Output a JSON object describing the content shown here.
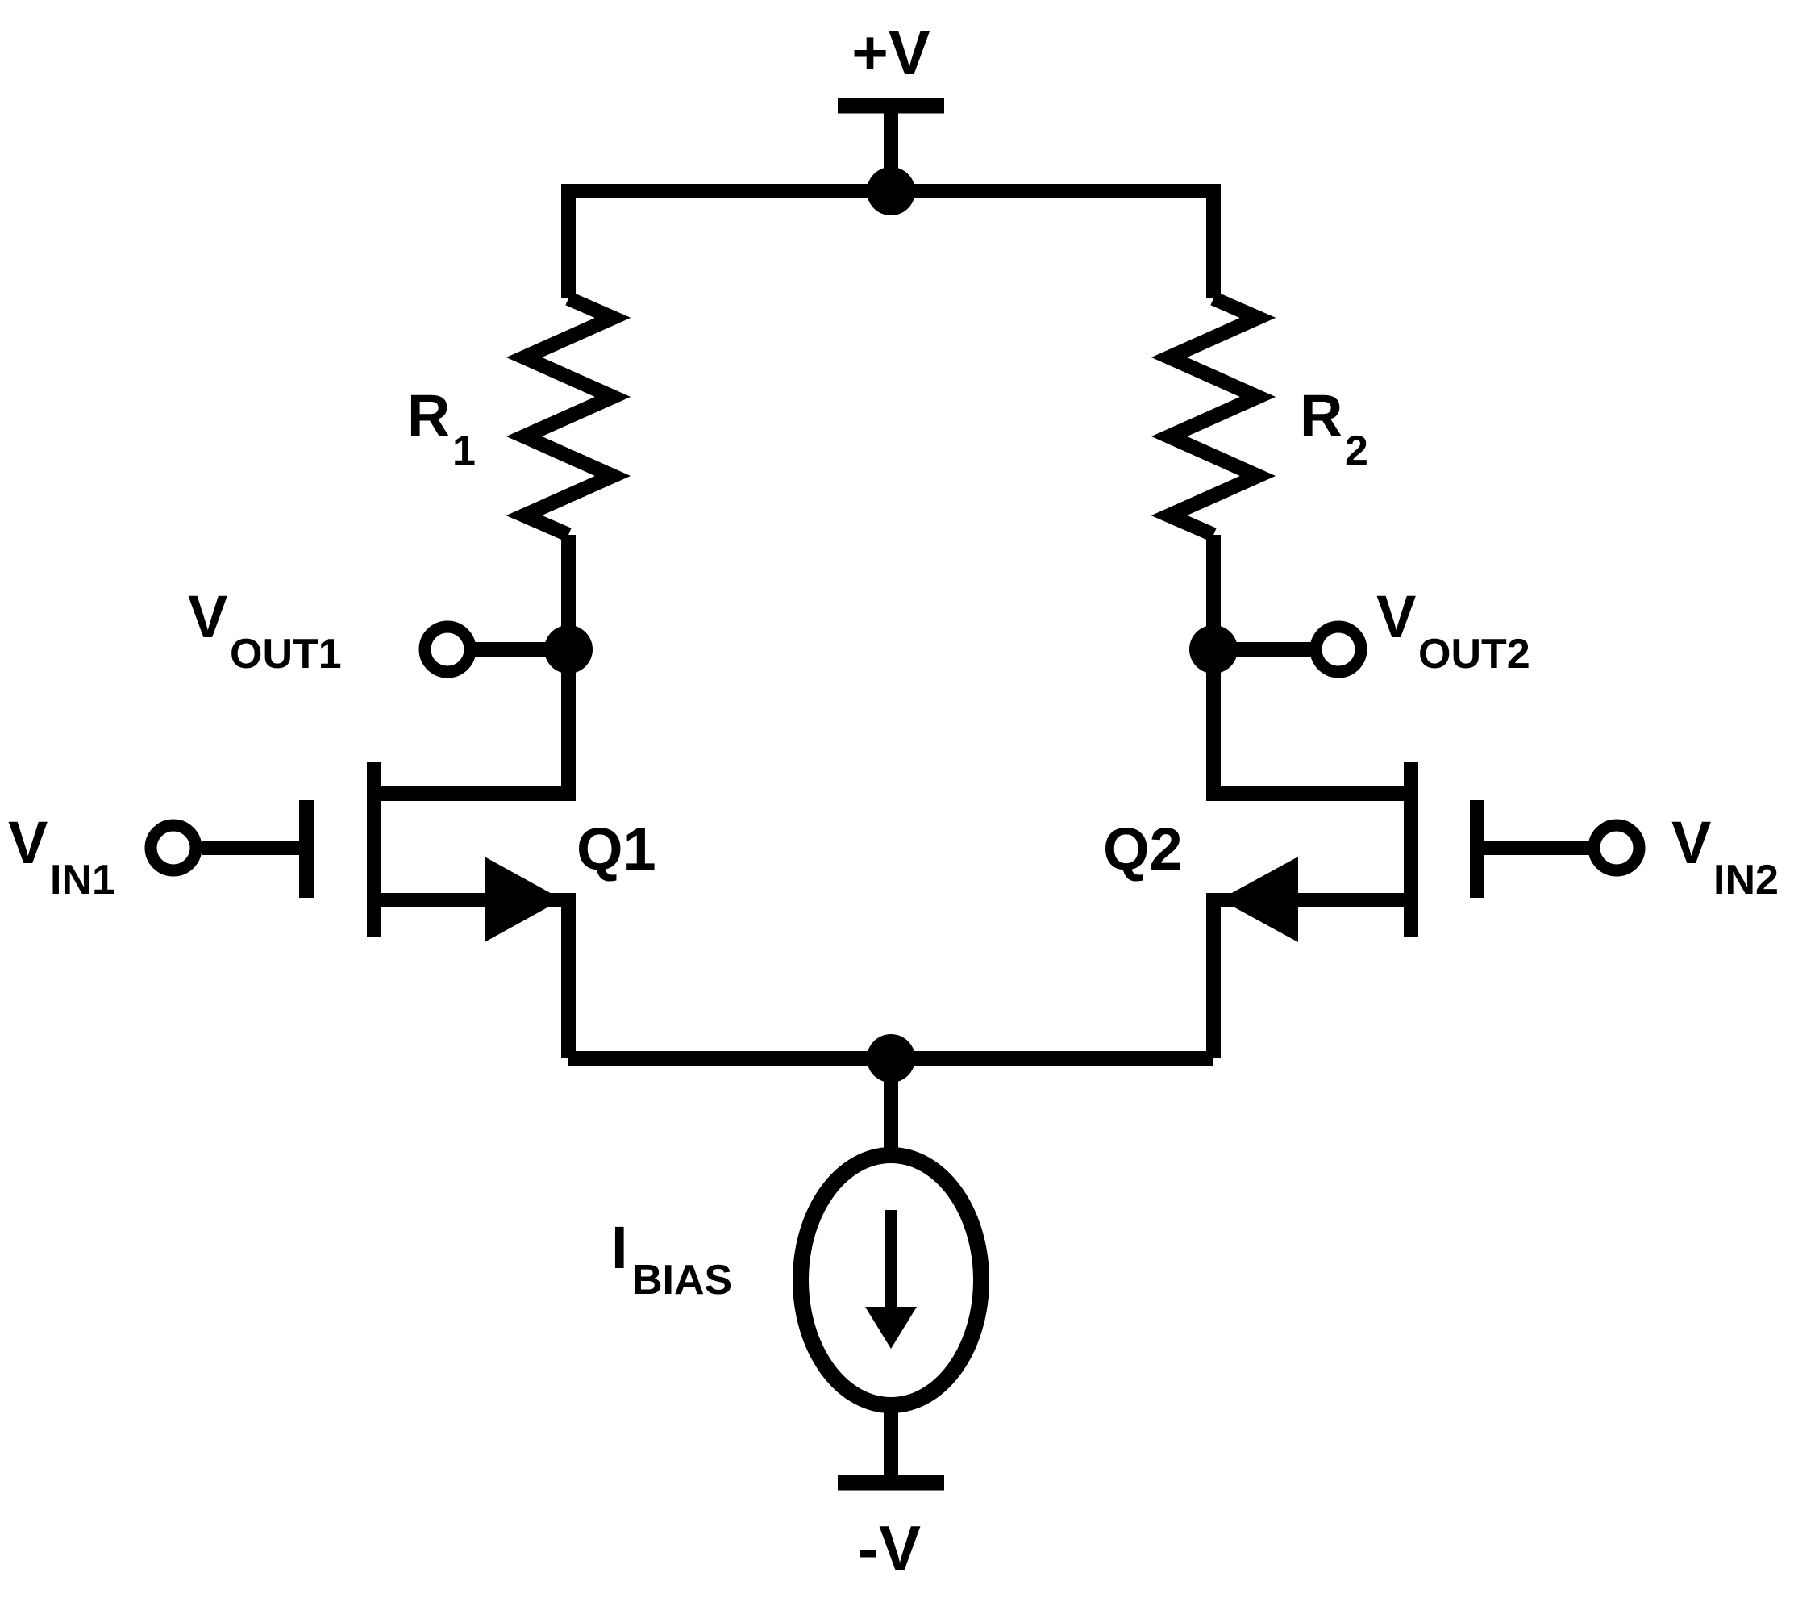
{
  "colors": {
    "ink": "#000000",
    "background": "#ffffff"
  },
  "schematic": {
    "description_visible_symbols": "differential pair: two resistors, two MOSFETs, current source, dual supply rails, four terminals",
    "supplies": {
      "positive": {
        "label": "+V"
      },
      "negative": {
        "label": "-V"
      }
    },
    "resistors": {
      "r1": {
        "base": "R",
        "sub": "1"
      },
      "r2": {
        "base": "R",
        "sub": "2"
      }
    },
    "transistors": {
      "q1": {
        "label": "Q1"
      },
      "q2": {
        "label": "Q2"
      }
    },
    "terminals": {
      "vin1": {
        "base": "V",
        "sub": "IN1"
      },
      "vin2": {
        "base": "V",
        "sub": "IN2"
      },
      "vout1": {
        "base": "V",
        "sub": "OUT1"
      },
      "vout2": {
        "base": "V",
        "sub": "OUT2"
      }
    },
    "current_source": {
      "base": "I",
      "sub": "BIAS"
    }
  }
}
